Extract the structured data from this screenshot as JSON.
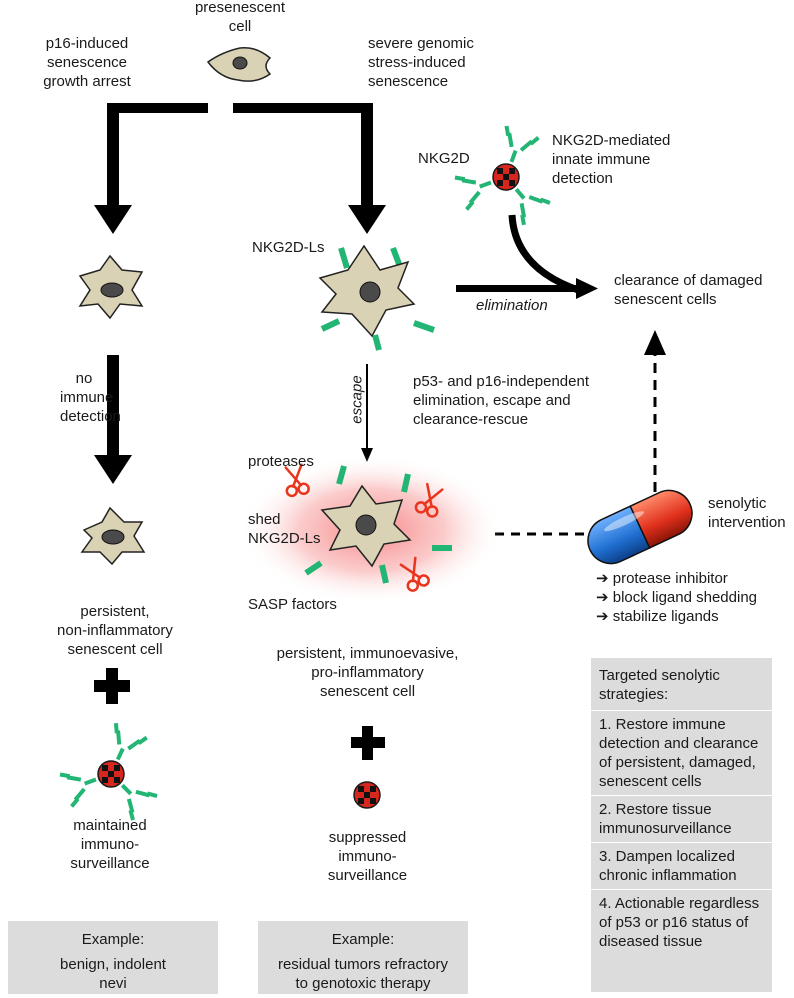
{
  "colors": {
    "cell_fill": "#d9d2b5",
    "nucleus": "#4a4a4a",
    "ligand_green": "#22b573",
    "immune_red": "#d7261e",
    "protease_red": "#e8361e",
    "glow": "#f6a2a2",
    "box_grey": "#dcdcdc",
    "pill_blue": "#1f6fd0",
    "pill_red": "#e0301c"
  },
  "labels": {
    "presenescent": "presenescent\ncell",
    "p16_arrest": "p16-induced\nsenescence\ngrowth arrest",
    "genomic_stress": "severe genomic\nstress-induced\nsenescence",
    "nkg2d": "NKG2D",
    "nkg2d_mediated": "NKG2D-mediated\ninnate immune\ndetection",
    "nkg2d_ls": "NKG2D-Ls",
    "clearance": "clearance of damaged\nsenescent cells",
    "elimination": "elimination",
    "no_immune": "no\nimmune\ndetection",
    "escape": "escape",
    "p53_independent": "p53- and p16-independent\nelimination, escape and\nclearance-rescue",
    "proteases": "proteases",
    "shed": "shed\nNKG2D-Ls",
    "sasp": "SASP factors",
    "senolytic": "senolytic\nintervention",
    "persistent_noninflam": "persistent,\nnon-inflammatory\nsenescent cell",
    "persistent_proinflam": "persistent, immunoevasive,\npro-inflammatory\nsenescent cell",
    "maintained": "maintained\nimmuno-\nsurveillance",
    "suppressed": "suppressed\nimmuno-\nsurveillance"
  },
  "interventions": [
    "➔ protease inhibitor",
    "➔ block ligand shedding",
    "➔ stabilize ligands"
  ],
  "strategies": {
    "title": "Targeted senolytic strategies:",
    "items": [
      "1.  Restore immune detection and clearance of persistent, damaged, senescent cells",
      "2.  Restore tissue immunosurveillance",
      "3.  Dampen localized chronic inflammation",
      "4.  Actionable regardless of p53 or p16 status of diseased tissue"
    ]
  },
  "examples": {
    "left_title": "Example:",
    "left_text": "benign, indolent\nnevi",
    "right_title": "Example:",
    "right_text": "residual tumors refractory\nto genotoxic therapy"
  }
}
